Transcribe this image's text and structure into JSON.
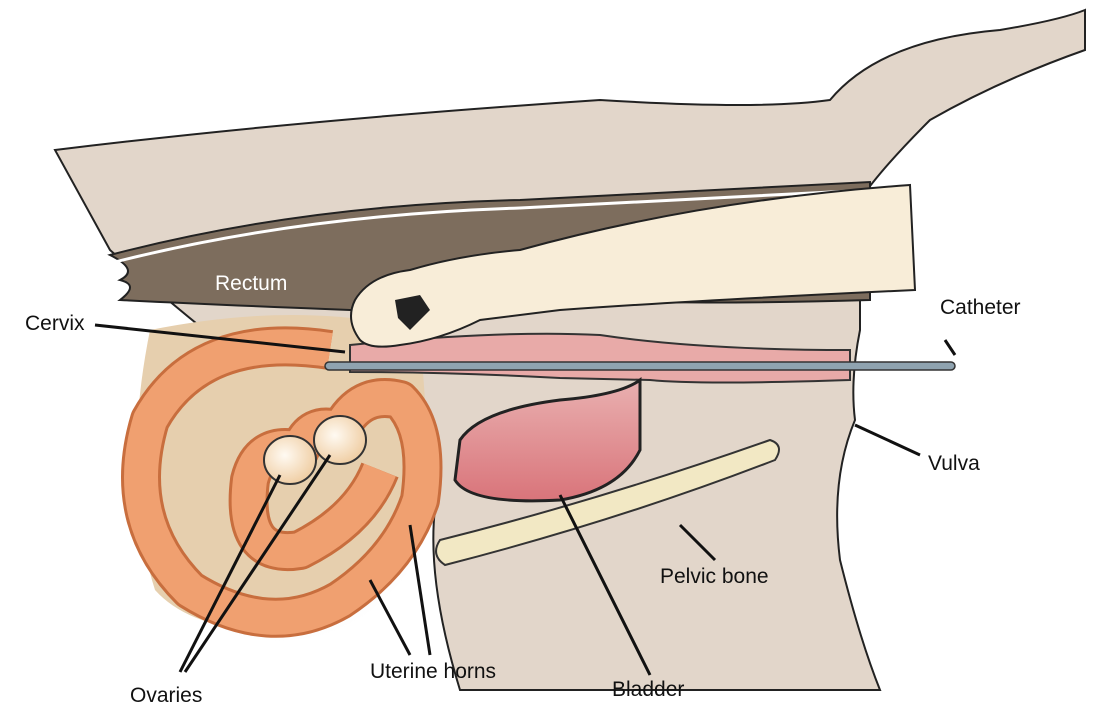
{
  "labels": {
    "rectum": "Rectum",
    "cervix": "Cervix",
    "catheter": "Catheter",
    "vulva": "Vulva",
    "pelvic_bone": "Pelvic bone",
    "bladder": "Bladder",
    "uterine_horns": "Uterine horns",
    "ovaries": "Ovaries"
  },
  "colors": {
    "body": "#e2d6ca",
    "rectum": "#7d6d5d",
    "arm": "#f8edd8",
    "uterus": "#f0a070",
    "bladder": "#dc7f80",
    "pelvic_bone": "#f2e8c4",
    "catheter": "#8fa3b0"
  }
}
